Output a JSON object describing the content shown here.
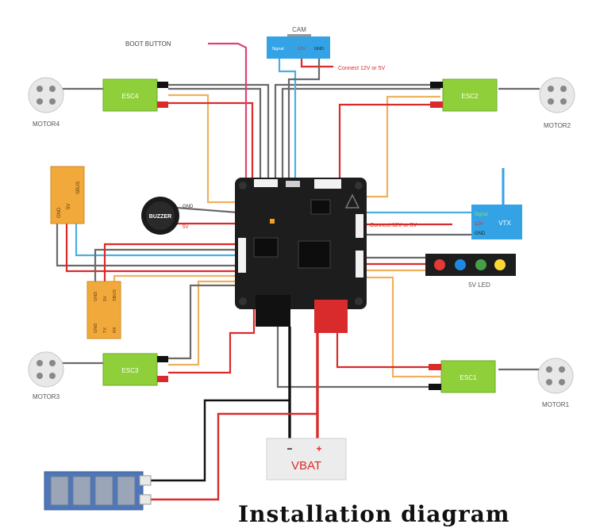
{
  "caption": "Installation diagram",
  "labels": {
    "boot_button": "BOOT BUTTON",
    "cam": "CAM",
    "cam_pins": {
      "signal": "Signal",
      "power": "12V",
      "gnd": "GND"
    },
    "cam_power_note": "Connect 12V or 5V",
    "esc1": "ESC1",
    "esc2": "ESC2",
    "esc3": "ESC3",
    "esc4": "ESC4",
    "motor1": "MOTOR1",
    "motor2": "MOTOR2",
    "motor3": "MOTOR3",
    "motor4": "MOTOR4",
    "buzzer": "BUZZER",
    "buzzer_gnd": "GND",
    "buzzer_5v": "5V",
    "vtx": "VTX",
    "vtx_pins": {
      "signal": "Signal",
      "power": "12V",
      "gnd": "GND"
    },
    "vtx_power_note": "Connect 12V or 5V",
    "led": "5V LED",
    "receiver_a": {
      "l1": "GND",
      "l2": "5V",
      "l3": "SBUS"
    },
    "receiver_b": {
      "l1": "GND",
      "l2": "5V",
      "l3": "SBUS",
      "l4": "GND",
      "l5": "TX",
      "l6": "RX"
    },
    "vbat": "VBAT",
    "vbat_minus": "−",
    "vbat_plus": "+"
  },
  "colors": {
    "esc": "#8fcf3a",
    "cam": "#33a3e6",
    "vtx": "#33a3e6",
    "receiver": "#f2a93b",
    "board": "#1d1d1d",
    "wire_red": "#d92b2b",
    "wire_orange": "#f0b060",
    "wire_blue": "#4ab0e0",
    "wire_gray": "#6a6a6a",
    "wire_pink": "#e0407a",
    "battery": "#4e76b8",
    "led_colors": [
      "#e53935",
      "#1e88e5",
      "#43a047",
      "#fdd835"
    ]
  }
}
